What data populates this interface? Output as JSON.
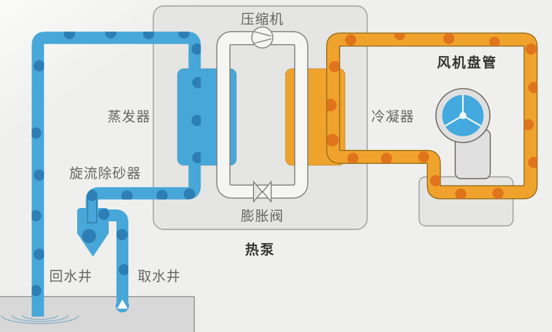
{
  "labels": {
    "compressor": "压缩机",
    "evaporator": "蒸发器",
    "condenser": "冷凝器",
    "expansion_valve": "膨胀阀",
    "heat_pump": "热泵",
    "fan_coil": "风机盘管",
    "sand_separator": "旋流除砂器",
    "return_well": "回水井",
    "intake_well": "取水井"
  },
  "colors": {
    "background": "#eff0ee",
    "panel_fill": "#e5e5e4",
    "panel_border": "#9b9b9b",
    "ground_fill": "#d8d8d8",
    "water_pipe": "#47a7d8",
    "water_dot": "#2d7eb4",
    "coil_pipe": "#f0a32c",
    "coil_dot": "#e0741c",
    "coil_outline": "#9c6f1d",
    "refrigerant_pipe": "#f5f5f3",
    "refrigerant_outline": "#83837d",
    "fan_disc": "#43a9de",
    "fan_bezel": "#e0e0e1",
    "label_text": "#656565",
    "title_text": "#333333"
  }
}
